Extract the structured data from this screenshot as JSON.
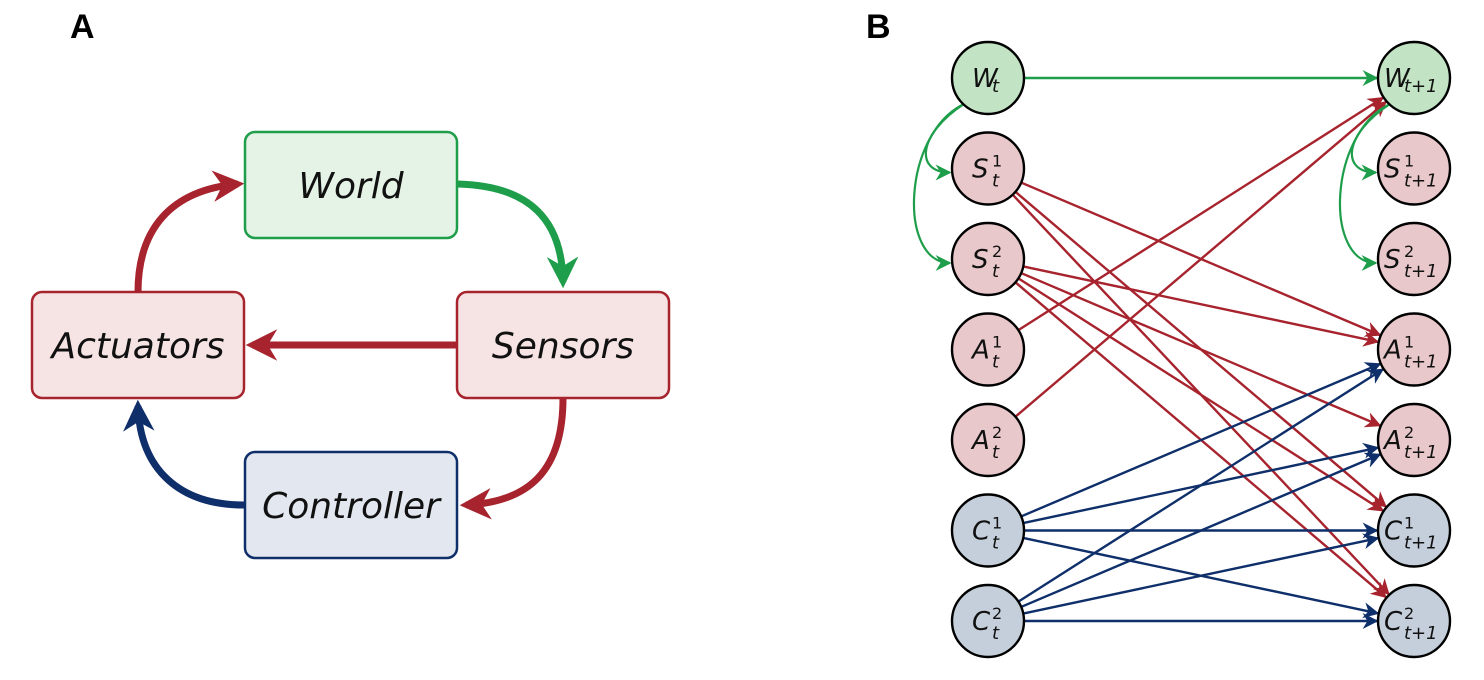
{
  "panel_a": {
    "letter": "A",
    "boxes": {
      "world": "World",
      "sensors": "Sensors",
      "actuators": "Actuators",
      "controller": "Controller"
    }
  },
  "panel_b": {
    "letter": "B",
    "left_nodes": [
      {
        "id": "W_t",
        "main": "W",
        "sub": "t",
        "sup": "",
        "group": "world"
      },
      {
        "id": "S1_t",
        "main": "S",
        "sub": "t",
        "sup": "1",
        "group": "sensor"
      },
      {
        "id": "S2_t",
        "main": "S",
        "sub": "t",
        "sup": "2",
        "group": "sensor"
      },
      {
        "id": "A1_t",
        "main": "A",
        "sub": "t",
        "sup": "1",
        "group": "actuator"
      },
      {
        "id": "A2_t",
        "main": "A",
        "sub": "t",
        "sup": "2",
        "group": "actuator"
      },
      {
        "id": "C1_t",
        "main": "C",
        "sub": "t",
        "sup": "1",
        "group": "controller"
      },
      {
        "id": "C2_t",
        "main": "C",
        "sub": "t",
        "sup": "2",
        "group": "controller"
      }
    ],
    "right_nodes": [
      {
        "id": "W_t1",
        "main": "W",
        "sub": "t+1",
        "sup": "",
        "group": "world"
      },
      {
        "id": "S1_t1",
        "main": "S",
        "sub": "t+1",
        "sup": "1",
        "group": "sensor"
      },
      {
        "id": "S2_t1",
        "main": "S",
        "sub": "t+1",
        "sup": "2",
        "group": "sensor"
      },
      {
        "id": "A1_t1",
        "main": "A",
        "sub": "t+1",
        "sup": "1",
        "group": "actuator"
      },
      {
        "id": "A2_t1",
        "main": "A",
        "sub": "t+1",
        "sup": "2",
        "group": "actuator"
      },
      {
        "id": "C1_t1",
        "main": "C",
        "sub": "t+1",
        "sup": "1",
        "group": "controller"
      },
      {
        "id": "C2_t1",
        "main": "C",
        "sub": "t+1",
        "sup": "2",
        "group": "controller"
      }
    ],
    "edges": [
      {
        "from": "W_t",
        "to": "W_t1",
        "color": "green"
      },
      {
        "from": "A1_t",
        "to": "W_t1",
        "color": "red"
      },
      {
        "from": "A2_t",
        "to": "W_t1",
        "color": "red"
      },
      {
        "from": "S1_t",
        "to": "A1_t1",
        "color": "red"
      },
      {
        "from": "S1_t",
        "to": "C1_t1",
        "color": "red"
      },
      {
        "from": "S1_t",
        "to": "C2_t1",
        "color": "red"
      },
      {
        "from": "S2_t",
        "to": "A1_t1",
        "color": "red"
      },
      {
        "from": "S2_t",
        "to": "A2_t1",
        "color": "red"
      },
      {
        "from": "S2_t",
        "to": "C1_t1",
        "color": "red"
      },
      {
        "from": "S2_t",
        "to": "C2_t1",
        "color": "red"
      },
      {
        "from": "C1_t",
        "to": "A1_t1",
        "color": "blue"
      },
      {
        "from": "C1_t",
        "to": "A2_t1",
        "color": "blue"
      },
      {
        "from": "C1_t",
        "to": "C1_t1",
        "color": "blue"
      },
      {
        "from": "C1_t",
        "to": "C2_t1",
        "color": "blue"
      },
      {
        "from": "C2_t",
        "to": "A1_t1",
        "color": "blue"
      },
      {
        "from": "C2_t",
        "to": "A2_t1",
        "color": "blue"
      },
      {
        "from": "C2_t",
        "to": "C1_t1",
        "color": "blue"
      },
      {
        "from": "C2_t",
        "to": "C2_t1",
        "color": "blue"
      }
    ],
    "curved_edges": [
      {
        "from": "W_t",
        "to": "S1_t",
        "color": "green"
      },
      {
        "from": "W_t",
        "to": "S2_t",
        "color": "green"
      },
      {
        "from": "W_t1",
        "to": "S1_t1",
        "color": "green"
      },
      {
        "from": "W_t1",
        "to": "S2_t1",
        "color": "green"
      }
    ]
  },
  "colors": {
    "green": "#1e9e4a",
    "red": "#a7232d",
    "blue": "#0f2f6a",
    "world_fill": "#e4f3e6",
    "sensor_fill": "#f6e4e5",
    "controller_fill": "#e3e8f0",
    "node_world_fill": "#c2e3c4",
    "node_red_fill": "#e8c8ca",
    "node_blue_fill": "#c5cfdb"
  }
}
